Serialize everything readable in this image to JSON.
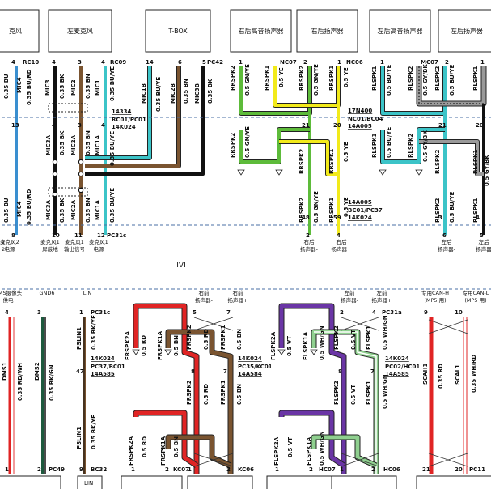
{
  "colors": {
    "blue": "#3a8fd0",
    "cyan": "#3cc4c8",
    "brown": "#7a5430",
    "black": "#111111",
    "green": "#5dbb3a",
    "yellow": "#f2ea1a",
    "gray": "#9a9a9a",
    "red": "#e02424",
    "violet": "#6a35a5",
    "lightgreen": "#8fd08f",
    "pink": "#f29a9a",
    "darkgreen": "#1d5a3e",
    "dash": "#4a6fa5"
  },
  "top": {
    "components": [
      {
        "id": "c0",
        "label": "克风"
      },
      {
        "id": "c1",
        "label": "左麦克风"
      },
      {
        "id": "c2",
        "label": "T-BOX"
      },
      {
        "id": "c3",
        "label": "右后高音扬声器"
      },
      {
        "id": "c4",
        "label": "右后扬声器"
      },
      {
        "id": "c5",
        "label": "左后高音扬声器"
      },
      {
        "id": "c6",
        "label": "左后扬声器"
      }
    ],
    "connectors": {
      "rc10": "RC10",
      "rc09": "RC09",
      "pc42": "PC42",
      "nc07": "NC07",
      "nc06": "NC06",
      "mc07": "MC07",
      "rc01": "RC01/PC01",
      "rc01_sub": "14K024",
      "rc01_extra": "14334",
      "nc01": "NC01/BC04",
      "nc01_n": "17N400",
      "nc01_sub": "14A005",
      "bc01": "BC01/PC37",
      "bc01_n": "14A005",
      "bc01_sub": "14K024",
      "pc31c": "PC31c"
    },
    "wires": {
      "mic4_top": "MIC4",
      "mic4_top_spec": "0.35 BU/RD",
      "mic3_top": "MIC3",
      "mic3_top_spec": "0.35 BK",
      "mic2_top": "MIC2",
      "mic2_top_spec": "0.35 BN",
      "mic1_top": "MIC1",
      "mic1_top_spec": "0.35 BU/YE",
      "mic1b": "MIC1B",
      "mic1b_spec": "0.35 BU/YE",
      "mic2b": "MIC2B",
      "mic2b_spec": "0.35 BN",
      "mic3b": "MIC3B",
      "mic3b_spec": "0.35 BK",
      "mic4_bot": "MIC4",
      "mic4_bot_spec": "0.35 BU/RD",
      "mic4_left_spec": "0.35 BU",
      "mic3a": "MIC3A",
      "mic3a_spec": "0.35 BK",
      "mic2a": "MIC2A",
      "mic2a_spec": "0.35 BN",
      "mic1a": "MIC1A",
      "mic1a_spec": "0.35 BU/YE",
      "mid_mic1_spec": "0.35 BU/YE",
      "rrspk2": "RRSPK2",
      "rrspk2_spec": "0.5 GN/YE",
      "rrspk1": "RRSPK1",
      "rrspk1_spec": "0.5 YE",
      "rrspk2b": "RRSPK2",
      "rrspk2b_spec": "0.5 GN/YE",
      "rrspk1b": "RRSPK1",
      "rrspk1b_spec": "0.5 YE",
      "rrspk2c": "RRSPK2",
      "rrspk2c_spec": "0.5 GN/YE",
      "rrspk1c": "RRSPK1",
      "rrspk1c_spec": "0.5 YE",
      "rlspk1": "RLSPK1",
      "rlspk1_spec": "0.5 BU/YE",
      "rlspk2": "RLSPK2",
      "rlspk2_spec": "0.5 GY/BK",
      "rlspk1b": "RLSPK1",
      "rlspk1b_spec": "0.5 BU/YE",
      "rlspk2b": "RLSPK2",
      "rlspk2b_spec": "0.5 GY/BK",
      "rlspk2c": "RLSPK2",
      "rlspk2c_spec": "0.5 BU/YE",
      "rlspk1c": "RLSPK1",
      "rlspk1c_spec": "0.5 BU/YE",
      "edge_spec": "0.5 GY/BK"
    },
    "bottom_labels": [
      {
        "id": "b0",
        "lines": [
          "麦克风2",
          "电源"
        ]
      },
      {
        "id": "b1",
        "lines": [
          "麦克风1",
          "屏蔽地"
        ]
      },
      {
        "id": "b2",
        "lines": [
          "麦克风1",
          "输出信号"
        ]
      },
      {
        "id": "b3",
        "lines": [
          "麦克风1",
          "电源"
        ]
      },
      {
        "id": "b4",
        "lines": [
          "右后",
          "扬声器-"
        ]
      },
      {
        "id": "b5",
        "lines": [
          "右后",
          "扬声器+"
        ]
      },
      {
        "id": "b6",
        "lines": [
          "左后",
          "扬声器-"
        ]
      },
      {
        "id": "b7",
        "lines": [
          "左后",
          "扬声器"
        ]
      }
    ],
    "partial_left": [
      "2",
      "2"
    ]
  },
  "ivi": {
    "title": "IVI",
    "headers": [
      {
        "id": "h0",
        "lines": [
          "DMS摄像头",
          "供电"
        ]
      },
      {
        "id": "h1",
        "lines": [
          "GND6"
        ]
      },
      {
        "id": "h2",
        "lines": [
          "LIN"
        ]
      },
      {
        "id": "h3",
        "lines": [
          "右前",
          "扬声器-"
        ]
      },
      {
        "id": "h4",
        "lines": [
          "右前",
          "扬声器+"
        ]
      },
      {
        "id": "h5",
        "lines": [
          "左前",
          "扬声器-"
        ]
      },
      {
        "id": "h6",
        "lines": [
          "左前",
          "扬声器+"
        ]
      },
      {
        "id": "h7",
        "lines": [
          "专用CAN-H",
          "(MP5 用)"
        ]
      },
      {
        "id": "h8",
        "lines": [
          "专用CAN-L",
          "(MP5 用)"
        ]
      }
    ],
    "connectors": {
      "pc31c": "PC31c",
      "pc31a": "PC31a",
      "pc37": "PC37/BC01",
      "pc37_a": "14K024",
      "pc37_b": "14A585",
      "pc35": "PC35/KC01",
      "pc35_a": "14K024",
      "pc35_b": "14A584",
      "pc02": "PC02/HC01",
      "pc02_a": "14K024",
      "pc02_b": "14A585",
      "pc49": "PC49",
      "bc32": "BC32",
      "kc07": "KC07",
      "kc06": "KC06",
      "hc07": "HC07",
      "hc06": "HC06",
      "pc11": "PC11"
    },
    "wires": {
      "dms1": "DMS1",
      "dms1_spec": "0.35 RD/WH",
      "dms2": "DMS2",
      "dms2_spec": "0.35 BK/GN",
      "pslin1": "PSLIN1",
      "pslin1_spec": "0.35 BK/YE",
      "pslin1b": "PSLIN1",
      "pslin1b_spec": "0.35 BK/YE",
      "frspk2a": "FRSPK2A",
      "frspk2a_spec": "0.5 RD",
      "frspk1a": "FRSPK1A",
      "frspk1a_spec": "0.5 BN",
      "frspk2": "FRSPK2",
      "frspk2_spec": "0.5 RD",
      "frspk1": "FRSPK1",
      "frspk1_spec": "0.5 BN",
      "frspk2b": "FRSPK2",
      "frspk2b_spec": "0.5 RD",
      "frspk1b": "FRSPK1",
      "frspk1b_spec": "0.5 BN",
      "frspk2c": "FRSPK2A",
      "frspk2c_spec": "0.5 RD",
      "frspk1c": "FRSPK1A",
      "frspk1c_spec": "0.5 BN",
      "flspk2a": "FLSPK2A",
      "flspk2a_spec": "0.5 VT",
      "flspk1a": "FLSPK1A",
      "flspk1a_spec": "0.5 WH/GN",
      "flspk2": "FLSPK2",
      "flspk2_spec": "0.5 VT",
      "flspk1": "FLSPK1",
      "flspk1_spec": "0.5 WH/GN",
      "flspk2b": "FLSPK2",
      "flspk2b_spec": "0.5 VT",
      "flspk1b": "FLSPK1",
      "flspk1b_spec": "0.5 WH/GN",
      "flspk2c": "FLSPK2A",
      "flspk2c_spec": "0.5 VT",
      "flspk1c": "FLSPK1A",
      "flspk1c_spec": "0.5 WH/GN",
      "scah1": "SCAH1",
      "scah1_spec": "0.35 RD",
      "scal1": "SCAL1",
      "scal1_spec": "0.35 WH/RD"
    },
    "footer_lin": "LIN"
  }
}
